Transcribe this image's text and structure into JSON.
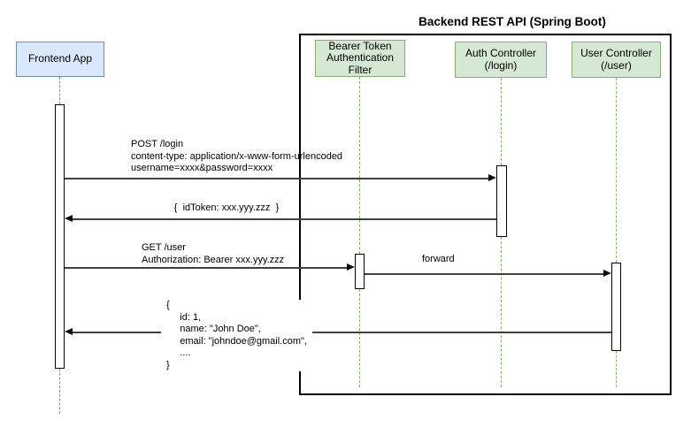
{
  "diagram_title": "Backend REST API (Spring Boot)",
  "actors": {
    "frontend": {
      "label": "Frontend App"
    },
    "bearer_filter": {
      "label": "Bearer Token\nAuthentication\nFilter"
    },
    "auth_controller": {
      "label": "Auth Controller\n(/login)"
    },
    "user_controller": {
      "label": "User Controller\n(/user)"
    }
  },
  "messages": {
    "login_request": {
      "label": "POST /login\ncontent-type: application/x-www-form-urlencoded\nusername=xxxx&password=xxxx"
    },
    "login_response": {
      "label": "{  idToken: xxx.yyy.zzz  }"
    },
    "user_request": {
      "label": "GET /user\nAuthorization: Bearer xxx.yyy.zzz"
    },
    "forward": {
      "label": "forward"
    },
    "user_response": {
      "label": "{\n     id: 1,\n     name: \"John Doe\",\n     email: \"johndoe@gmail.com\",\n     ....\n}"
    }
  },
  "colors": {
    "frontend_fill": "#dae8fc",
    "frontend_border": "#6c8ebf",
    "backend_fill": "#d5e8d4",
    "backend_border": "#82b366",
    "line": "#000000"
  }
}
